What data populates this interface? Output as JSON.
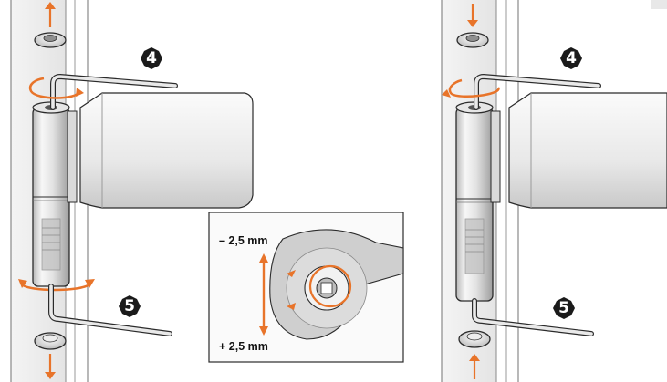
{
  "diagram": {
    "left_panel": {
      "step_top": "4",
      "step_bottom": "5"
    },
    "right_panel": {
      "step_top": "4",
      "step_bottom": "5"
    },
    "inset": {
      "label_top": "– 2,5 mm",
      "label_bottom": "+ 2,5 mm"
    },
    "colors": {
      "accent": "#E8742A",
      "outline": "#2B2B2B",
      "metal_light": "#F2F2F2",
      "metal_mid": "#D6D6D6",
      "metal_dark": "#A9A9A9",
      "badge": "#1A1A1A",
      "inset_bg": "#EFEFEF"
    },
    "icons": {
      "step_badge": "octagon-badge-icon",
      "adjust_arrow": "arrow-icon",
      "rotate_arrow": "curved-rotate-arrow-icon",
      "hex_key": "allen-key-icon",
      "cap": "hinge-cap-icon"
    }
  }
}
